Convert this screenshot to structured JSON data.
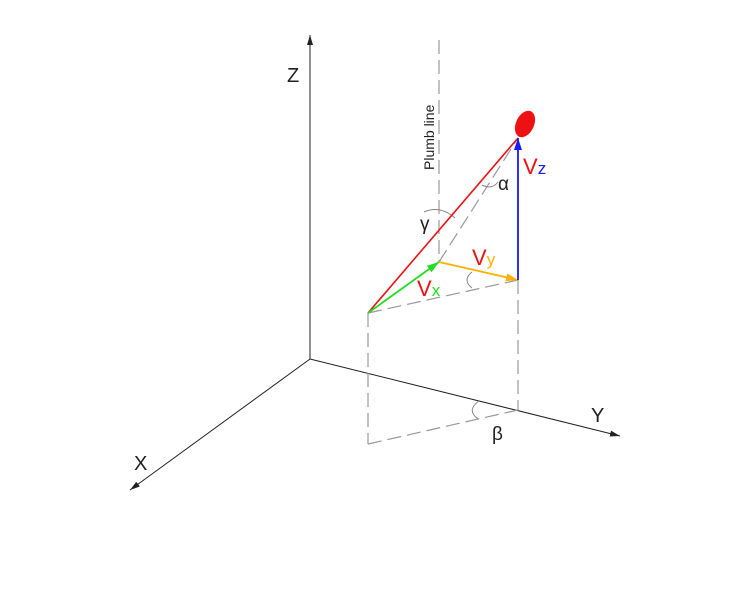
{
  "axes": {
    "x": "X",
    "y": "Y",
    "z": "Z"
  },
  "plumb_line": "Plumb line",
  "angles": {
    "alpha": "α",
    "beta": "β",
    "gamma": "γ"
  },
  "vectors": {
    "vx": {
      "v": "V",
      "sub": "x",
      "color": "#22dd22"
    },
    "vy": {
      "v": "V",
      "sub": "y",
      "color": "#ffb000"
    },
    "vz": {
      "v": "V",
      "sub": "z",
      "color": "#1a1aff"
    }
  },
  "colors": {
    "resultant": "#ee1111",
    "label_v": "#ee1111",
    "axis": "#222222",
    "dashed": "#999999",
    "ball": "#ee1111"
  }
}
